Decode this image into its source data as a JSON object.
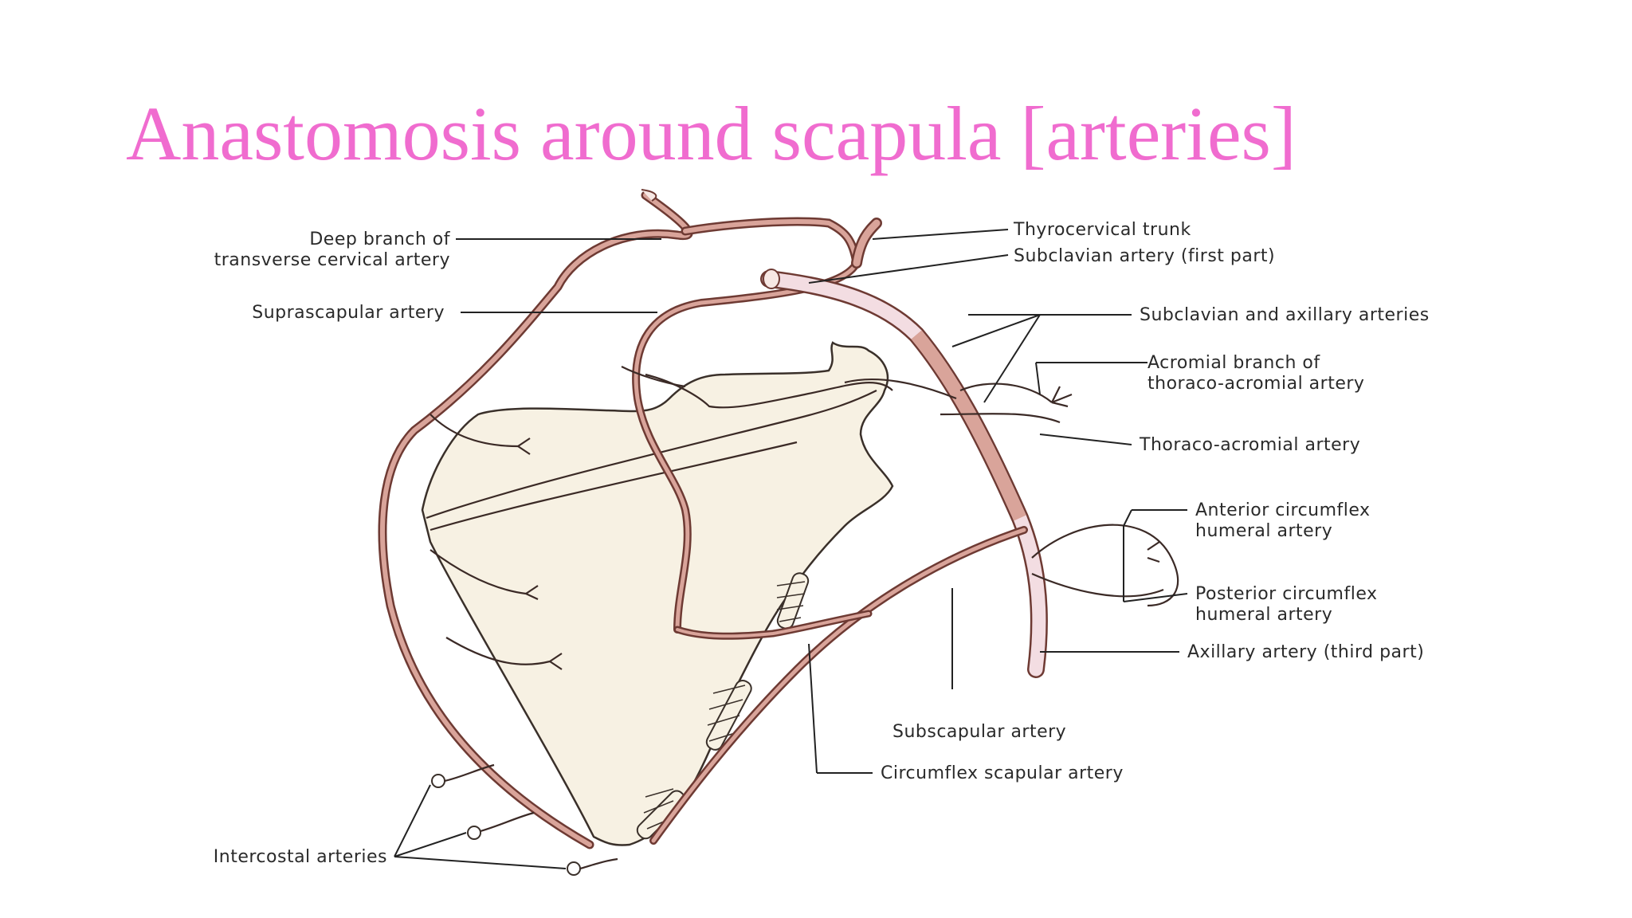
{
  "title": "Anastomosis around scapula [arteries]",
  "colors": {
    "title": "#f06ccf",
    "artery": "#c98f86",
    "artery_outline": "#6e3a33",
    "bone": "#f7f1e3",
    "axillary_light": "#f3dde2"
  },
  "labels": {
    "deep_branch_line1": "Deep branch of",
    "deep_branch_line2": "transverse cervical artery",
    "suprascapular": "Suprascapular artery",
    "intercostal": "Intercostal arteries",
    "thyrocervical": "Thyrocervical trunk",
    "subclavian_first": "Subclavian artery (first part)",
    "subclavian_axillary": "Subclavian and axillary arteries",
    "acromial_line1": "Acromial branch of",
    "acromial_line2": "thoraco-acromial artery",
    "thoraco_acromial": "Thoraco-acromial artery",
    "anterior_line1": "Anterior circumflex",
    "anterior_line2": "humeral artery",
    "posterior_line1": "Posterior circumflex",
    "posterior_line2": "humeral artery",
    "axillary_third": "Axillary artery (third part)",
    "subscapular": "Subscapular artery",
    "circumflex_scapular": "Circumflex scapular artery"
  }
}
